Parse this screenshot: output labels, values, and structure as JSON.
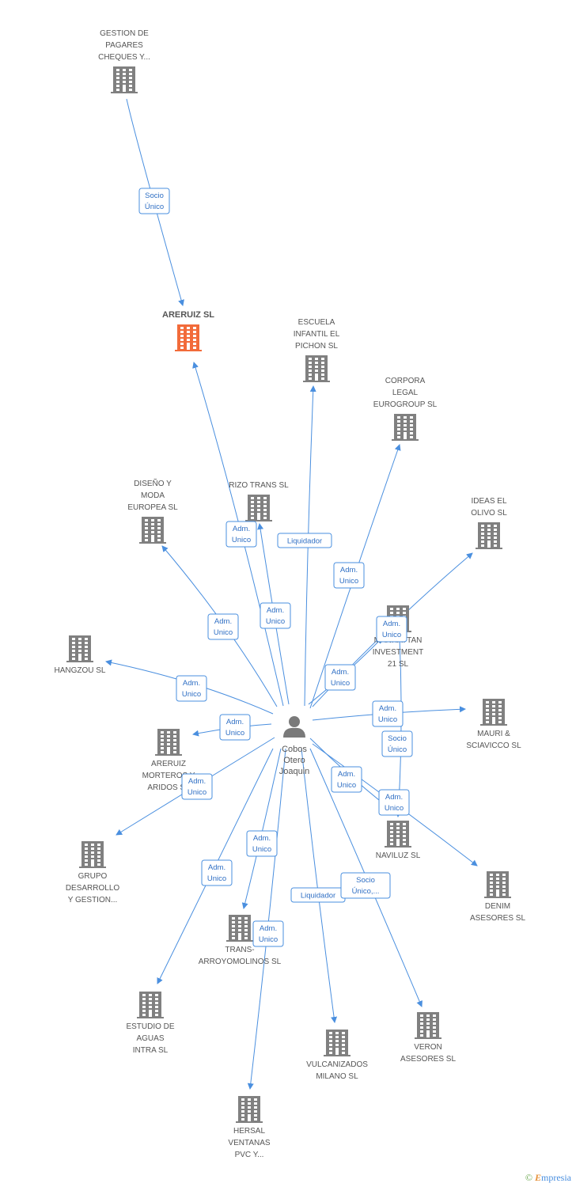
{
  "colors": {
    "edge": "#4a8fdf",
    "building": "#808080",
    "focus_building": "#f26b3a",
    "person": "#7a7a7a"
  },
  "person": {
    "icon": "person-icon",
    "label": [
      "Cobos",
      "Otero",
      "Joaquin"
    ]
  },
  "nodes": [
    {
      "id": "gestion",
      "label": [
        "GESTION DE",
        "PAGARES",
        "CHEQUES Y..."
      ],
      "icon": "building-icon"
    },
    {
      "id": "areruiz",
      "label": [
        "ARERUIZ SL"
      ],
      "icon": "building-icon",
      "focus": true
    },
    {
      "id": "escuela",
      "label": [
        "ESCUELA",
        "INFANTIL EL",
        "PICHON SL"
      ],
      "icon": "building-icon"
    },
    {
      "id": "corpora",
      "label": [
        "CORPORA",
        "LEGAL",
        "EUROGROUP SL"
      ],
      "icon": "building-icon"
    },
    {
      "id": "diseno",
      "label": [
        "DISEÑO Y",
        "MODA",
        "EUROPEA SL"
      ],
      "icon": "building-icon"
    },
    {
      "id": "rizo",
      "label": [
        "RIZO TRANS SL"
      ],
      "icon": "building-icon"
    },
    {
      "id": "ideas",
      "label": [
        "IDEAS EL",
        "OLIVO SL"
      ],
      "icon": "building-icon"
    },
    {
      "id": "manhattan",
      "label": [
        "MANHATTAN",
        "INVESTMENT",
        "21 SL"
      ],
      "icon": "building-icon"
    },
    {
      "id": "hangzou",
      "label": [
        "HANGZOU SL"
      ],
      "icon": "building-icon"
    },
    {
      "id": "mauri",
      "label": [
        "MAURI &",
        "SCIAVICCO SL"
      ],
      "icon": "building-icon"
    },
    {
      "id": "morteros",
      "label": [
        "ARERUIZ",
        "MORTEROS Y",
        "ARIDOS SL"
      ],
      "icon": "building-icon"
    },
    {
      "id": "naviluz",
      "label": [
        "NAVILUZ SL"
      ],
      "icon": "building-icon"
    },
    {
      "id": "grupo",
      "label": [
        "GRUPO",
        "DESARROLLO",
        "Y GESTION..."
      ],
      "icon": "building-icon"
    },
    {
      "id": "denim",
      "label": [
        "DENIM",
        "ASESORES SL"
      ],
      "icon": "building-icon"
    },
    {
      "id": "transarroyo",
      "label": [
        "TRANS-",
        "ARROYOMOLINOS SL"
      ],
      "icon": "building-icon"
    },
    {
      "id": "estudio",
      "label": [
        "ESTUDIO DE",
        "AGUAS",
        "INTRA  SL"
      ],
      "icon": "building-icon"
    },
    {
      "id": "vulcanizados",
      "label": [
        "VULCANIZADOS",
        "MILANO SL"
      ],
      "icon": "building-icon"
    },
    {
      "id": "veron",
      "label": [
        "VERON",
        "ASESORES SL"
      ],
      "icon": "building-icon"
    },
    {
      "id": "hersal",
      "label": [
        "HERSAL",
        "VENTANAS",
        "PVC Y..."
      ],
      "icon": "building-icon"
    }
  ],
  "edges": [
    {
      "from": "gestion",
      "to": "areruiz",
      "label": [
        "Socio",
        "Único"
      ]
    },
    {
      "from": "person",
      "to": "areruiz",
      "label": [
        "Adm.",
        "Unico"
      ]
    },
    {
      "from": "person",
      "to": "escuela",
      "label": [
        "Liquidador"
      ]
    },
    {
      "from": "person",
      "to": "corpora",
      "label": [
        "Adm.",
        "Unico"
      ]
    },
    {
      "from": "person",
      "to": "diseno",
      "label": [
        "Adm.",
        "Unico"
      ]
    },
    {
      "from": "person",
      "to": "rizo",
      "label": [
        "Adm.",
        "Unico"
      ]
    },
    {
      "from": "person",
      "to": "ideas",
      "label": [
        "Adm.",
        "Unico"
      ]
    },
    {
      "from": "person",
      "to": "manhattan",
      "label": [
        "Adm.",
        "Unico"
      ]
    },
    {
      "from": "person",
      "to": "hangzou",
      "label": [
        "Adm.",
        "Unico"
      ]
    },
    {
      "from": "person",
      "to": "mauri",
      "label": [
        "Adm.",
        "Unico"
      ]
    },
    {
      "from": "person",
      "to": "morteros",
      "label": [
        "Adm.",
        "Unico"
      ]
    },
    {
      "from": "manhattan",
      "to": "naviluz",
      "label": [
        "Socio",
        "Único"
      ]
    },
    {
      "from": "person",
      "to": "naviluz",
      "label": [
        "Adm.",
        "Unico"
      ]
    },
    {
      "from": "person",
      "to": "grupo",
      "label": [
        "Adm.",
        "Unico"
      ]
    },
    {
      "from": "person",
      "to": "denim",
      "label": [
        "Adm.",
        "Unico"
      ]
    },
    {
      "from": "person",
      "to": "transarroyo",
      "label": [
        "Adm.",
        "Unico"
      ]
    },
    {
      "from": "person",
      "to": "estudio",
      "label": [
        "Adm.",
        "Unico"
      ]
    },
    {
      "from": "person",
      "to": "vulcanizados",
      "label": [
        "Liquidador"
      ]
    },
    {
      "from": "person",
      "to": "veron",
      "label": [
        "Socio",
        "Único,..."
      ]
    },
    {
      "from": "person",
      "to": "hersal",
      "label": [
        "Adm.",
        "Unico"
      ]
    }
  ],
  "brand": {
    "copyright": "©",
    "name_initial": "E",
    "name_rest": "mpresia"
  }
}
